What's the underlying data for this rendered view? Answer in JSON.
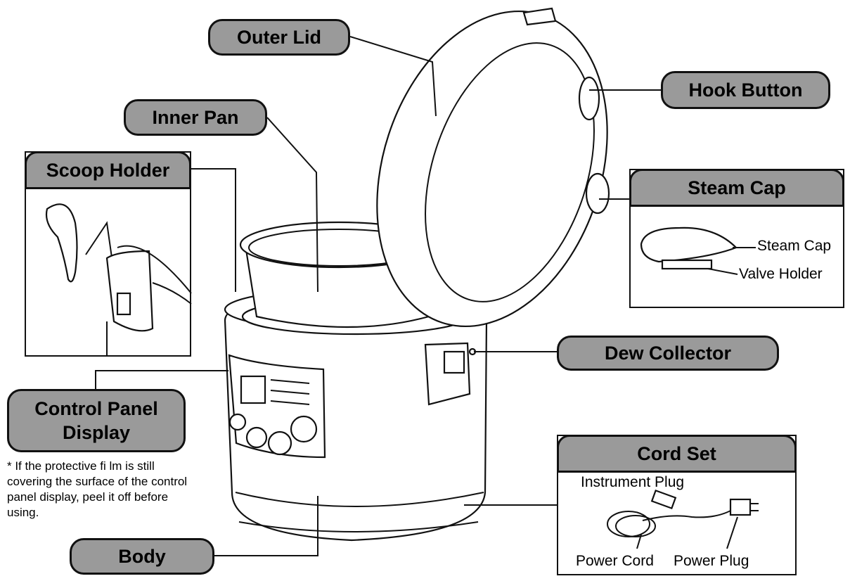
{
  "labels": {
    "outer_lid": "Outer Lid",
    "inner_pan": "Inner Pan",
    "hook_button": "Hook Button",
    "scoop_holder": "Scoop Holder",
    "steam_cap": "Steam Cap",
    "dew_collector": "Dew Collector",
    "control_panel_line1": "Control Panel",
    "control_panel_line2": "Display",
    "cord_set": "Cord Set",
    "body": "Body"
  },
  "steam_cap_detail": {
    "steam_cap": "Steam Cap",
    "valve_holder": "Valve Holder"
  },
  "cord_set_detail": {
    "instrument_plug": "Instrument Plug",
    "power_cord": "Power Cord",
    "power_plug": "Power Plug"
  },
  "note": "* If the protective fi lm is still covering the surface of the control panel display, peel it off before using."
}
